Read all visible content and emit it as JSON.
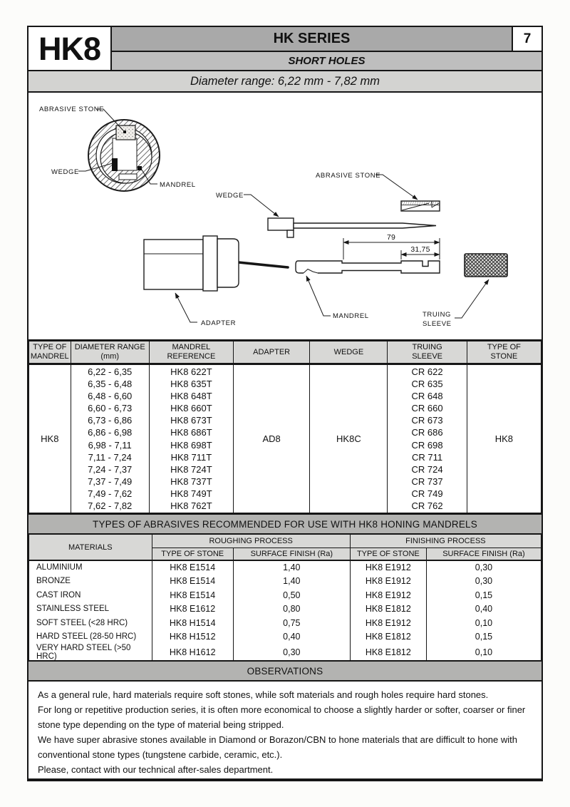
{
  "header": {
    "product_code": "HK8",
    "series_title": "HK SERIES",
    "subtitle": "SHORT HOLES",
    "page_number": "7",
    "diameter_range": "Diameter range: 6,22 mm - 7,82 mm"
  },
  "diagram": {
    "label_abrasive_stone": "ABRASIVE STONE",
    "label_wedge": "WEDGE",
    "label_mandrel": "MANDREL",
    "label_adapter": "ADAPTER",
    "label_truing_line1": "TRUING",
    "label_truing_line2": "SLEEVE",
    "dim_overall": "79",
    "dim_sleeve": "31,75"
  },
  "main_table": {
    "headers": {
      "col1_line1": "TYPE OF",
      "col1_line2": "MANDREL",
      "col2_line1": "DIAMETER RANGE",
      "col2_line2": "(mm)",
      "col3_line1": "MANDREL",
      "col3_line2": "REFERENCE",
      "col4": "ADAPTER",
      "col5": "WEDGE",
      "col6_line1": "TRUING",
      "col6_line2": "SLEEVE",
      "col7_line1": "TYPE OF",
      "col7_line2": "STONE"
    },
    "type_of_mandrel": "HK8",
    "adapter": "AD8",
    "wedge": "HK8C",
    "type_of_stone": "HK8",
    "diameter_ranges": [
      "6,22 - 6,35",
      "6,35 - 6,48",
      "6,48 - 6,60",
      "6,60 - 6,73",
      "6,73 - 6,86",
      "6,86 - 6,98",
      "6,98 - 7,11",
      "7,11 - 7,24",
      "7,24 - 7,37",
      "7,37 - 7,49",
      "7,49 - 7,62",
      "7,62 - 7,82"
    ],
    "mandrel_references": [
      "HK8 622T",
      "HK8 635T",
      "HK8 648T",
      "HK8 660T",
      "HK8 673T",
      "HK8 686T",
      "HK8 698T",
      "HK8 711T",
      "HK8 724T",
      "HK8 737T",
      "HK8 749T",
      "HK8 762T"
    ],
    "truing_sleeves": [
      "CR 622",
      "CR 635",
      "CR 648",
      "CR 660",
      "CR 673",
      "CR 686",
      "CR 698",
      "CR 711",
      "CR 724",
      "CR 737",
      "CR 749",
      "CR 762"
    ]
  },
  "abrasives": {
    "banner": "TYPES OF ABRASIVES RECOMMENDED FOR USE WITH HK8 HONING MANDRELS",
    "headers": {
      "materials": "MATERIALS",
      "roughing": "ROUGHING PROCESS",
      "finishing": "FINISHING PROCESS",
      "type_of_stone": "TYPE OF STONE",
      "surface_finish": "SURFACE FINISH (Ra)"
    },
    "rows": [
      {
        "material": "ALUMINIUM",
        "roughing_stone": "HK8 E1514",
        "roughing_finish": "1,40",
        "finishing_stone": "HK8 E1912",
        "finishing_finish": "0,30"
      },
      {
        "material": "BRONZE",
        "roughing_stone": "HK8 E1514",
        "roughing_finish": "1,40",
        "finishing_stone": "HK8 E1912",
        "finishing_finish": "0,30"
      },
      {
        "material": "CAST IRON",
        "roughing_stone": "HK8 E1514",
        "roughing_finish": "0,50",
        "finishing_stone": "HK8 E1912",
        "finishing_finish": "0,15"
      },
      {
        "material": "STAINLESS STEEL",
        "roughing_stone": "HK8 E1612",
        "roughing_finish": "0,80",
        "finishing_stone": "HK8 E1812",
        "finishing_finish": "0,40"
      },
      {
        "material": "SOFT STEEL (<28 HRC)",
        "roughing_stone": "HK8 H1514",
        "roughing_finish": "0,75",
        "finishing_stone": "HK8 E1912",
        "finishing_finish": "0,10"
      },
      {
        "material": "HARD STEEL (28-50 HRC)",
        "roughing_stone": "HK8 H1512",
        "roughing_finish": "0,40",
        "finishing_stone": "HK8 E1812",
        "finishing_finish": "0,15"
      },
      {
        "material": "VERY HARD STEEL (>50 HRC)",
        "roughing_stone": "HK8 H1612",
        "roughing_finish": "0,30",
        "finishing_stone": "HK8 E1812",
        "finishing_finish": "0,10"
      }
    ]
  },
  "observations": {
    "title": "OBSERVATIONS",
    "paragraphs": [
      "As a general rule, hard materials require soft stones, while soft materials and rough holes require hard stones.",
      "For long or repetitive production series, it is often more economical to choose a slightly harder or softer, coarser or finer stone type depending on the type of material being stripped.",
      "We have super abrasive stones available in Diamond or Borazon/CBN to hone materials that are difficult to hone with conventional stone types (tungstene carbide, ceramic, etc.).",
      "Please, contact with our technical after-sales department."
    ]
  },
  "colors": {
    "series_bar_gray": "#a9a9a9",
    "subtitle_bar_gray": "#bebebe",
    "light_bar_gray": "#d3d3d1",
    "table_header_gray": "#d8d8d6",
    "banner_gray": "#b3b3b1",
    "border_black": "#161616"
  }
}
